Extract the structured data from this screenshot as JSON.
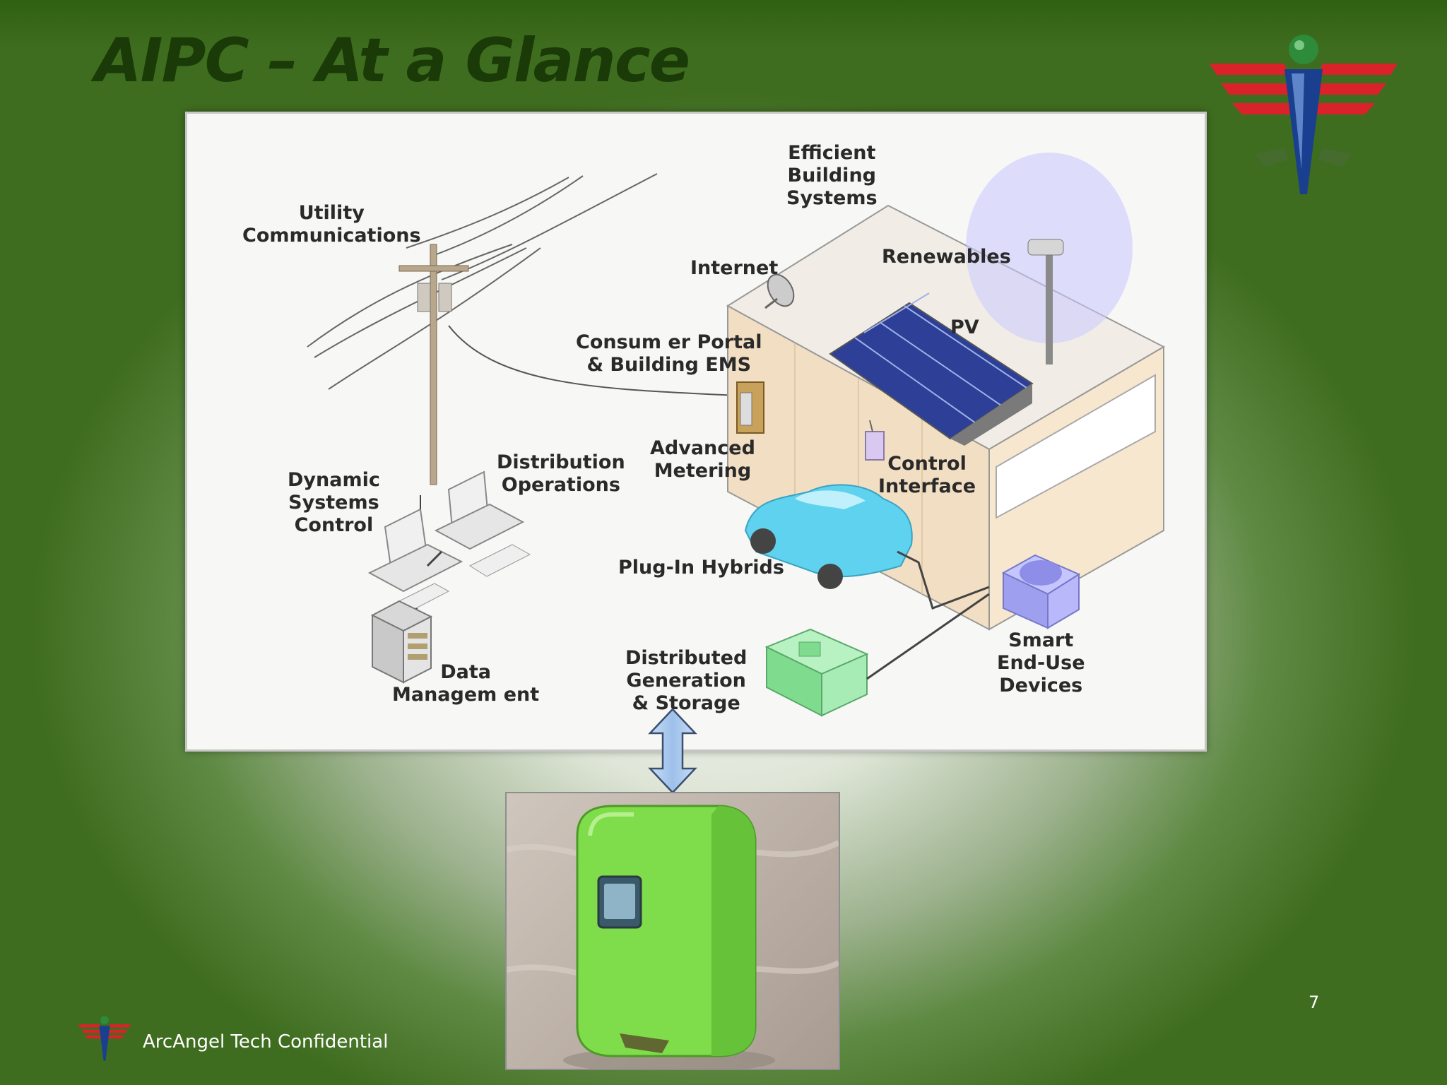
{
  "slide": {
    "title": "AIPC – At a Glance",
    "page_number": "7",
    "footer": "ArcAngel Tech Confidential"
  },
  "logo": {
    "icon": "arcangel-logo-icon"
  },
  "diagram": {
    "labels": {
      "utility_communications": "Utility\nCommunications",
      "efficient_building_systems": "Efficient\nBuilding\nSystems",
      "renewables": "Renewables",
      "internet": "Internet",
      "pv": "PV",
      "consumer_portal": "Consum er Portal\n& Building EMS",
      "advanced_metering": "Advanced\nMetering",
      "control_interface": "Control\nInterface",
      "distribution_operations": "Distribution\nOperations",
      "dynamic_systems_control": "Dynamic\nSystems\nControl",
      "plug_in_hybrids": "Plug-In Hybrids",
      "data_management": "Data\nManagem ent",
      "distributed_generation": "Distributed\nGeneration\n& Storage",
      "smart_end_use_devices": "Smart\nEnd-Use\nDevices"
    }
  },
  "arrow": {
    "icon": "double-arrow-icon"
  },
  "device_photo": {
    "icon": "green-device-photo"
  },
  "colors": {
    "background_green": "#3f6d1f",
    "title_green": "#1a3a08",
    "logo_red": "#d9222a",
    "logo_blue": "#1b3f8f",
    "device_green": "#7fdc4a"
  }
}
